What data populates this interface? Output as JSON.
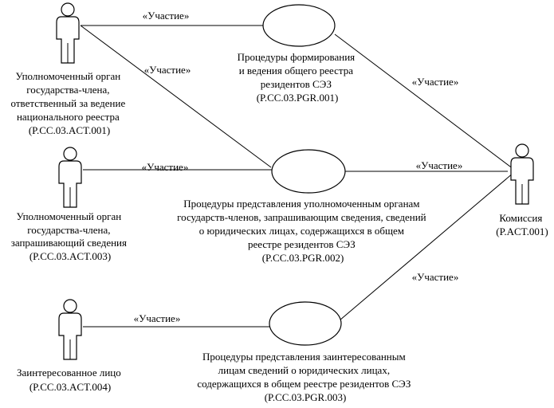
{
  "actors": {
    "act001_registry": [
      "Уполномоченный орган",
      "государства-члена,",
      "ответственный за ведение",
      "национального реестра",
      "(P.CC.03.ACT.001)"
    ],
    "act003_requester": [
      "Уполномоченный орган",
      "государства-члена,",
      "запрашивающий сведения",
      "(P.CC.03.ACT.003)"
    ],
    "act004_interested": [
      "Заинтересованное лицо",
      "(P.CC.03.ACT.004)"
    ],
    "commission": [
      "Комиссия",
      "(P.ACT.001)"
    ]
  },
  "use_cases": {
    "pgr001": [
      "Процедуры формирования",
      "и ведения общего реестра",
      "резидентов СЭЗ",
      "(P.CC.03.PGR.001)"
    ],
    "pgr002": [
      "Процедуры представления уполномоченным органам",
      "государств-членов, запрашивающим сведения, сведений",
      "о юридических лицах, содержащихся в общем",
      "реестре резидентов СЭЗ",
      "(P.CC.03.PGR.002)"
    ],
    "pgr003": [
      "Процедуры представления заинтересованным",
      "лицам сведений о юридических лицах,",
      "содержащихся в общем реестре резидентов СЭЗ",
      "(P.CC.03.PGR.003)"
    ]
  },
  "associations": {
    "label": "«Участие»"
  }
}
